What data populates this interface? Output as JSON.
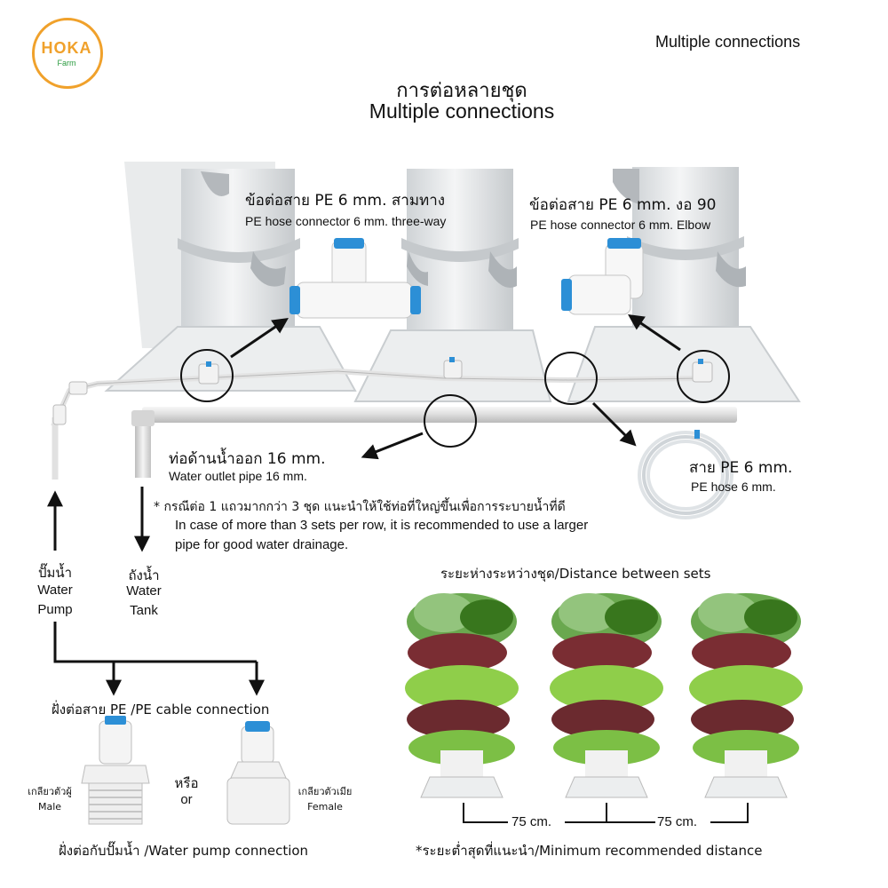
{
  "logo": {
    "brand": "HOKA",
    "sub": "Farm"
  },
  "corner_title": "Multiple connections",
  "title_th": "การต่อหลายชุด",
  "title_en": "Multiple connections",
  "three_way": {
    "th": "ข้อต่อสาย PE 6 mm. สามทาง",
    "en": "PE hose connector 6 mm. three-way"
  },
  "elbow": {
    "th": "ข้อต่อสาย PE 6 mm. งอ 90",
    "en": "PE hose connector 6 mm. Elbow"
  },
  "outlet_pipe": {
    "th": "ท่อด้านน้ำออก 16 mm.",
    "en": "Water outlet pipe 16 mm."
  },
  "pe_hose": {
    "th": "สาย PE 6 mm.",
    "en": "PE hose 6 mm."
  },
  "note": {
    "th": "* กรณีต่อ 1 แถวมากกว่า 3 ชุด แนะนำให้ใช้ท่อที่ใหญ่ขึ้นเพื่อการระบายน้ำที่ดี",
    "en1": "In case of more than 3 sets per row, it is recommended to use a larger",
    "en2": "pipe for good water drainage."
  },
  "pump": {
    "th": "ปั๊มน้ำ",
    "en1": "Water",
    "en2": "Pump"
  },
  "tank": {
    "th": "ถังน้ำ",
    "en1": "Water",
    "en2": "Tank"
  },
  "cable_connection": "ฝั่งต่อสาย PE /PE cable connection",
  "male": {
    "th": "เกลียวตัวผู้",
    "en": "Male"
  },
  "female": {
    "th": "เกลียวตัวเมีย",
    "en": "Female"
  },
  "or": {
    "th": "หรือ",
    "en": "or"
  },
  "pump_connection": "ฝั่งต่อกับปั๊มน้ำ /Water pump connection",
  "distance": {
    "title": "ระยะห่างระหว่างชุด/Distance between sets",
    "d1": "75 cm.",
    "d2": "75 cm.",
    "note": "*ระยะต่ำสุดที่แนะนำ/Minimum recommended distance"
  }
}
